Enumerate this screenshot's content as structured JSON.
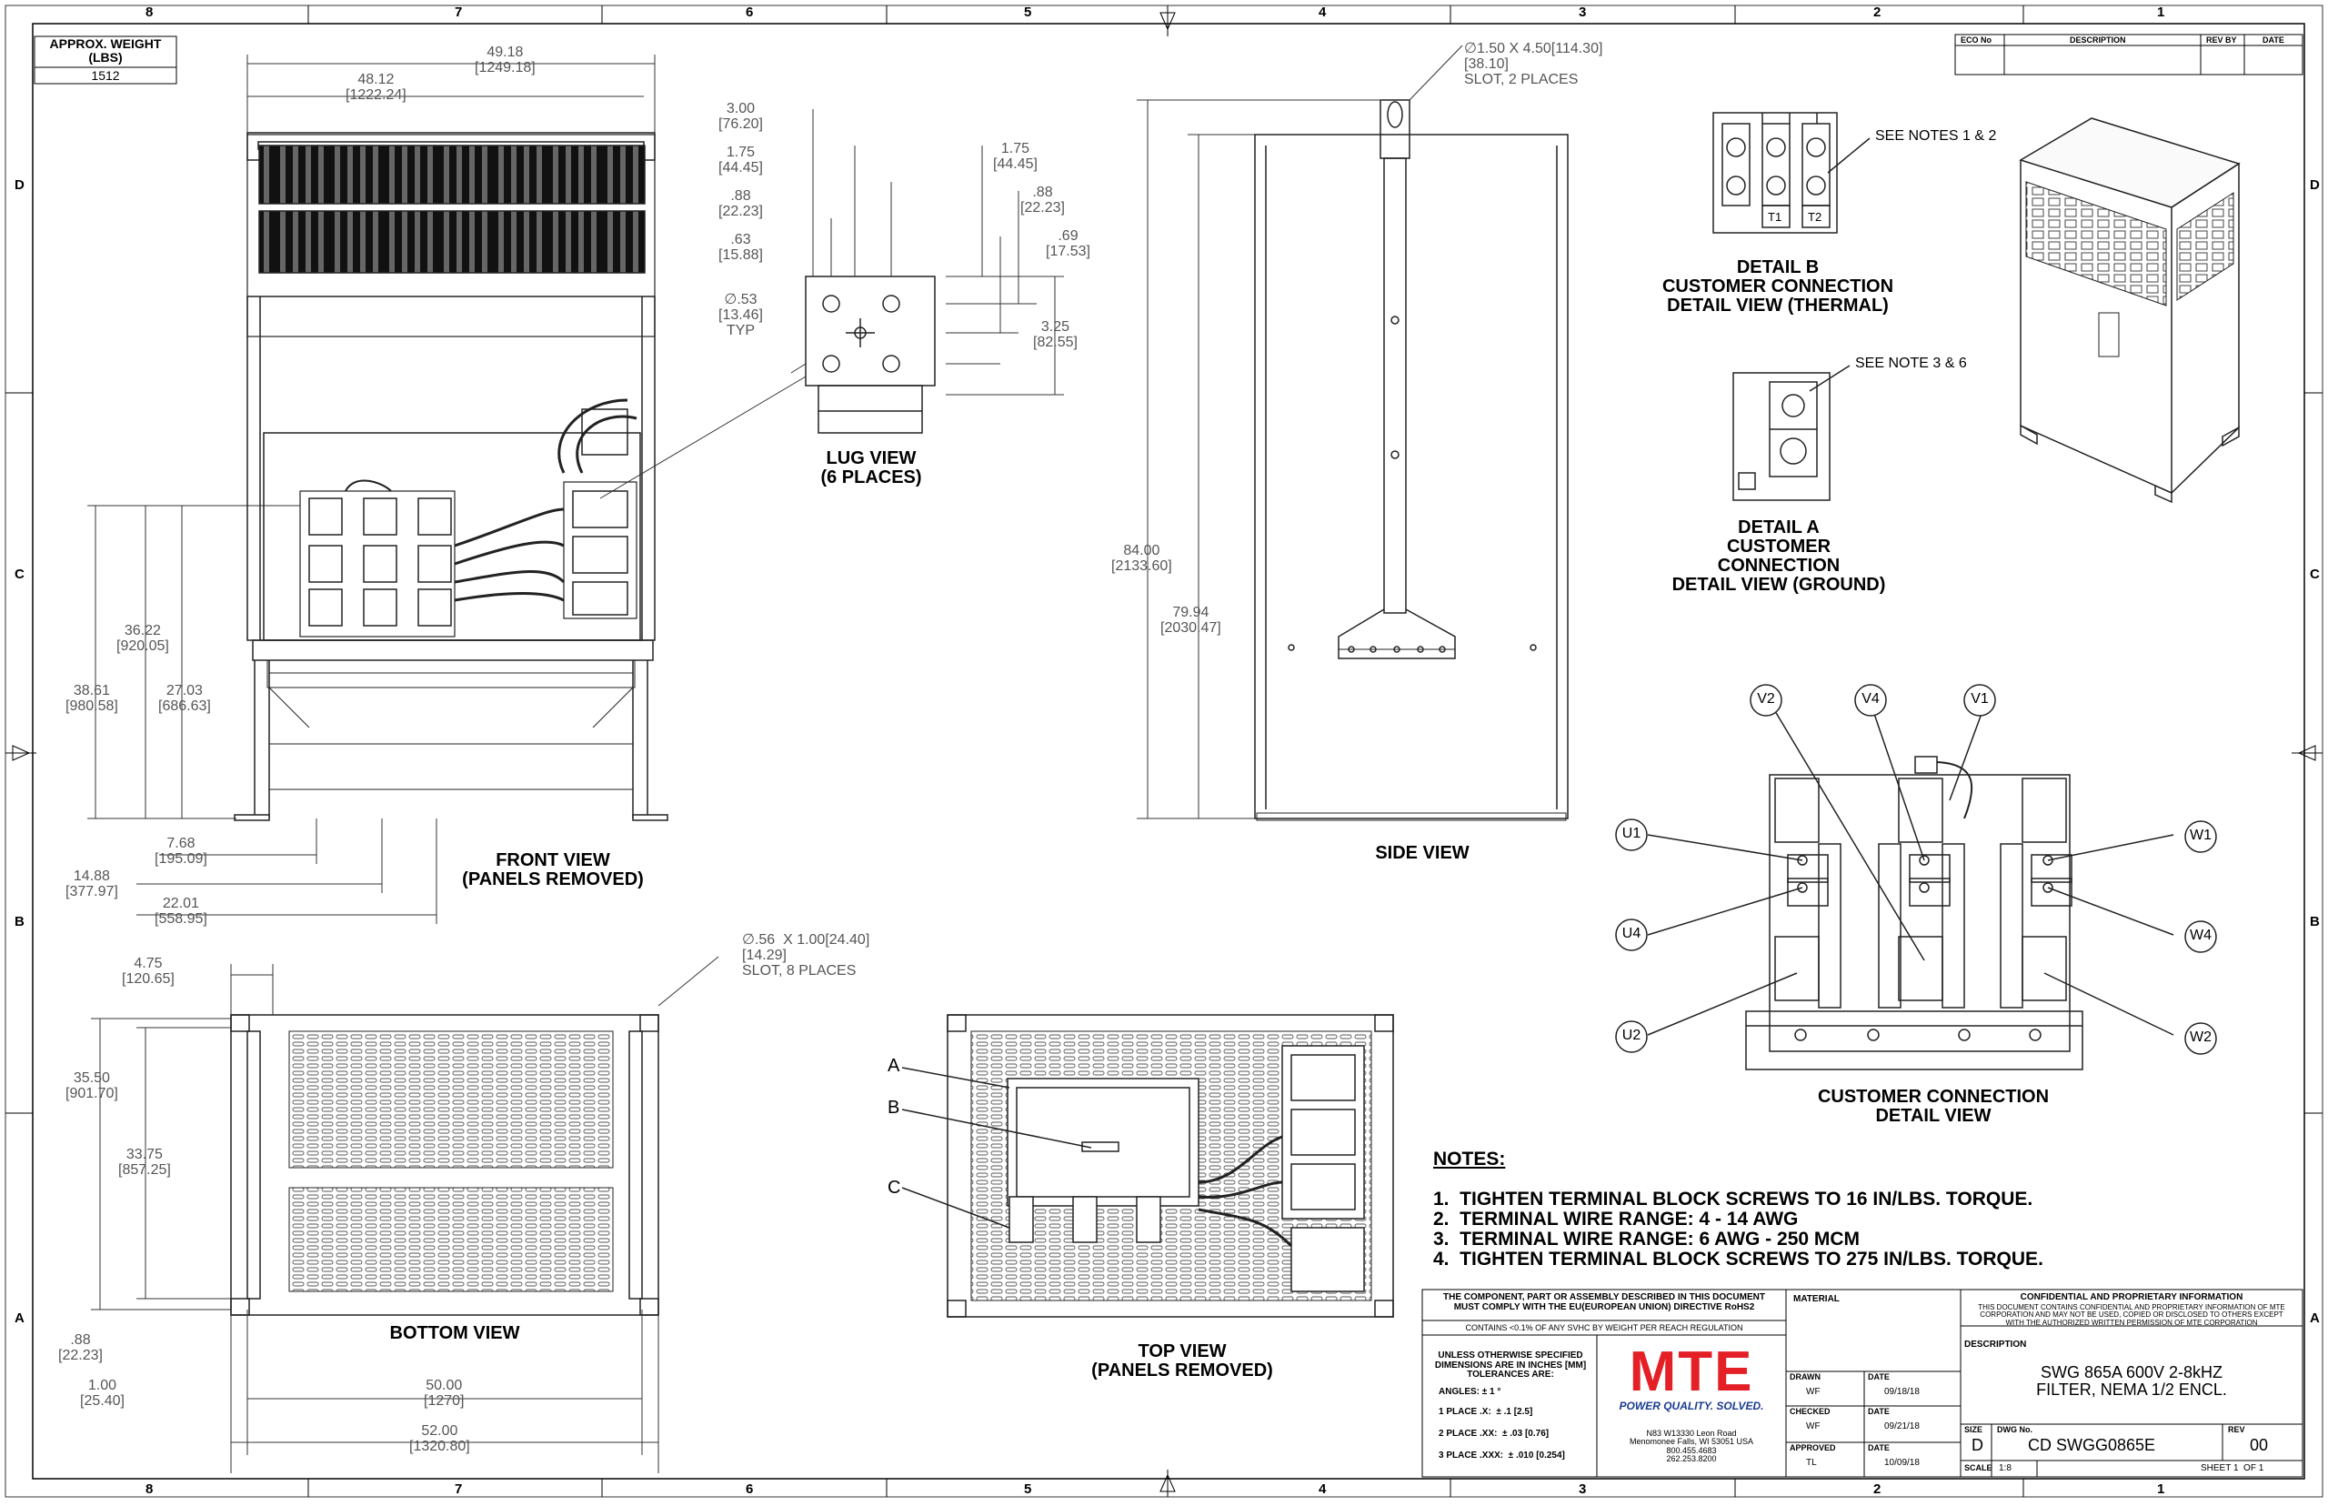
{
  "weight_box": {
    "header": "APPROX. WEIGHT\n(LBS)",
    "value": "1512"
  },
  "zones": {
    "columns": [
      "8",
      "7",
      "6",
      "5",
      "4",
      "3",
      "2",
      "1"
    ],
    "rows": [
      "D",
      "C",
      "B",
      "A"
    ]
  },
  "revision_table": {
    "headers": [
      "ECO No",
      "DESCRIPTION",
      "REV BY",
      "DATE"
    ]
  },
  "views": {
    "front": "FRONT VIEW\n(PANELS REMOVED)",
    "side": "SIDE VIEW",
    "lug": "LUG VIEW\n(6 PLACES)",
    "bottom": "BOTTOM VIEW",
    "top": "TOP VIEW\n(PANELS REMOVED)",
    "detail_b": "DETAIL B\nCUSTOMER CONNECTION\nDETAIL VIEW (THERMAL)",
    "detail_a": "DETAIL A\nCUSTOMER\nCONNECTION\nDETAIL VIEW (GROUND)",
    "customer": "CUSTOMER CONNECTION\nDETAIL VIEW"
  },
  "dimensions": {
    "d_49_18": "49.18\n[1249.18]",
    "d_48_12": "48.12\n[1222.24]",
    "d_36_22": "36.22\n[920.05]",
    "d_38_61": "38.61\n[980.58]",
    "d_27_03": "27.03\n[686.63]",
    "d_7_68": "7.68\n[195.09]",
    "d_14_88": "14.88\n[377.97]",
    "d_22_01": "22.01\n[558.95]",
    "lug_3_00": "3.00\n[76.20]",
    "lug_1_75a": "1.75\n[44.45]",
    "lug_88a": ".88\n[22.23]",
    "lug_63": ".63\n[15.88]",
    "lug_53": "∅.53\n[13.46]\nTYP",
    "lug_1_75b": "1.75\n[44.45]",
    "lug_88b": ".88\n[22.23]",
    "lug_69": ".69\n[17.53]",
    "lug_3_25": "3.25\n[82.55]",
    "side_slot": "∅1.50 X 4.50[114.30]\n[38.10]\nSLOT, 2 PLACES",
    "side_84": "84.00\n[2133.60]",
    "side_79_94": "79.94\n[2030.47]",
    "bot_4_75": "4.75\n[120.65]",
    "bot_slot": "∅.56  X 1.00[24.40]\n[14.29]\nSLOT, 8 PLACES",
    "bot_35_50": "35.50\n[901.70]",
    "bot_33_75": "33.75\n[857.25]",
    "bot_88": ".88\n[22.23]",
    "bot_1_00": "1.00\n[25.40]",
    "bot_50": "50.00\n[1270]",
    "bot_52": "52.00\n[1320.80]"
  },
  "callouts": {
    "see_1_2": "SEE NOTES 1 & 2",
    "see_3_6": "SEE NOTE 3 & 6",
    "t1": "T1",
    "t2": "T2",
    "a": "A",
    "b": "B",
    "c": "C"
  },
  "terminals": [
    "V2",
    "V4",
    "V1",
    "U1",
    "W1",
    "U4",
    "W4",
    "U2",
    "W2"
  ],
  "notes": {
    "heading": "NOTES:",
    "items": [
      "1.  TIGHTEN TERMINAL BLOCK SCREWS TO 16 IN/LBS. TORQUE.",
      "2.  TERMINAL WIRE RANGE: 4 - 14 AWG",
      "3.  TERMINAL WIRE RANGE: 6 AWG - 250 MCM",
      "4.  TIGHTEN TERMINAL BLOCK SCREWS TO 275 IN/LBS. TORQUE."
    ]
  },
  "title_block": {
    "rohs": "THE COMPONENT, PART OR ASSEMBLY DESCRIBED IN THIS DOCUMENT\nMUST COMPLY WITH THE EU(EUROPEAN UNION) DIRECTIVE RoHS2",
    "reach": "CONTAINS <0.1% OF ANY SVHC BY WEIGHT PER REACH REGULATION",
    "tolerances": "UNLESS OTHERWISE SPECIFIED\nDIMENSIONS ARE IN INCHES [MM]\nTOLERANCES ARE:",
    "angles": "ANGLES: ± 1 °",
    "place1": "1 PLACE .X:  ± .1 [2.5]",
    "place2": "2 PLACE .XX:  ± .03 [0.76]",
    "place3": "3 PLACE .XXX:  ± .010 [0.254]",
    "logo": "MTE",
    "tagline": "POWER QUALITY. SOLVED.",
    "address": "N83 W13330 Leon Road\nMenomonee Falls, WI 53051 USA\n800.455.4683\n262.253.8200",
    "material_label": "MATERIAL",
    "drawn_label": "DRAWN",
    "drawn_by": "WF",
    "drawn_date_label": "DATE",
    "drawn_date": "09/18/18",
    "checked_label": "CHECKED",
    "checked_by": "WF",
    "checked_date_label": "DATE",
    "checked_date": "09/21/18",
    "approved_label": "APPROVED",
    "approved_by": "TL",
    "approved_date_label": "DATE",
    "approved_date": "10/09/18",
    "confidential_title": "CONFIDENTIAL AND PROPRIETARY INFORMATION",
    "confidential_text": "THIS DOCUMENT CONTAINS CONFIDENTIAL AND PROPRIETARY INFORMATION OF MTE\nCORPORATION AND MAY NOT BE USED, COPIED OR DISCLOSED TO OTHERS EXCEPT\nWITH THE AUTHORIZED WRITTEN PERMISSION OF MTE CORPORATION",
    "description_label": "DESCRIPTION",
    "description": "SWG 865A 600V 2-8kHZ\nFILTER, NEMA 1/2 ENCL.",
    "size_label": "SIZE",
    "size": "D",
    "dwg_label": "DWG No.",
    "dwg_no": "CD SWGG0865E",
    "rev_label": "REV",
    "rev": "00",
    "scale_label": "SCALE",
    "scale": "1:8",
    "sheet": "SHEET 1  OF 1"
  }
}
